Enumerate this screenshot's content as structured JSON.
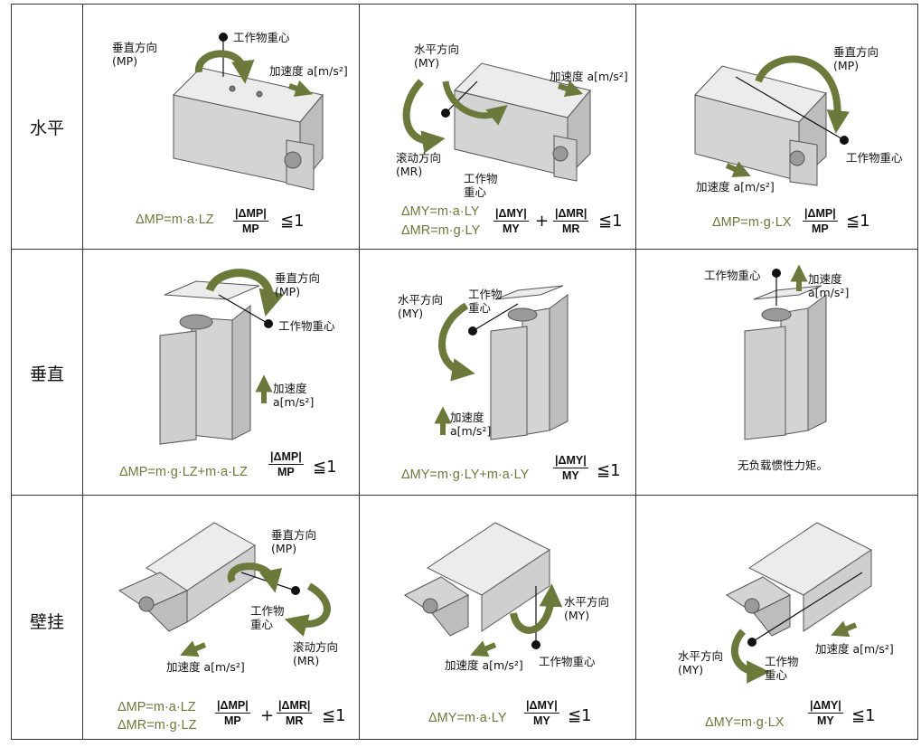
{
  "rows": [
    "水平",
    "垂直",
    "壁挂"
  ],
  "colors": {
    "arrow": "#6b7a3a",
    "formula": "#6b7a3a",
    "body": "#dcdcdc",
    "grid": "#333333"
  },
  "cells": {
    "r1c1": {
      "labels": {
        "moment": "垂直方向\n(MP)",
        "center": "工作物重心",
        "accel": "加速度 a[m/s²]"
      },
      "formula": [
        "ΔMP=m·a·LZ"
      ],
      "fracs": [
        {
          "num": "|ΔMP|",
          "den": "MP"
        }
      ],
      "leq": "≦1"
    },
    "r1c2": {
      "labels": {
        "yaw": "水平方向\n(MY)",
        "accel": "加速度 a[m/s²]",
        "roll": "滚动方向\n(MR)",
        "center": "工作物\n重心"
      },
      "formula": [
        "ΔMY=m·a·LY",
        "ΔMR=m·g·LY"
      ],
      "fracs": [
        {
          "num": "|ΔMY|",
          "den": "MY"
        },
        {
          "num": "|ΔMR|",
          "den": "MR"
        }
      ],
      "plus": "+",
      "leq": "≦1"
    },
    "r1c3": {
      "labels": {
        "moment": "垂直方向\n(MP)",
        "center": "工作物重心",
        "accel": "加速度 a[m/s²]"
      },
      "formula": [
        "ΔMP=m·g·LX"
      ],
      "fracs": [
        {
          "num": "|ΔMP|",
          "den": "MP"
        }
      ],
      "leq": "≦1"
    },
    "r2c1": {
      "labels": {
        "moment": "垂直方向\n(MP)",
        "center": "工作物重心",
        "accel": "加速度\na[m/s²]"
      },
      "formula": [
        "ΔMP=m·g·LZ+m·a·LZ"
      ],
      "fracs": [
        {
          "num": "|ΔMP|",
          "den": "MP"
        }
      ],
      "leq": "≦1"
    },
    "r2c2": {
      "labels": {
        "yaw": "水平方向\n(MY)",
        "center": "工作物\n重心",
        "accel": "加速度\na[m/s²]"
      },
      "formula": [
        "ΔMY=m·g·LY+m·a·LY"
      ],
      "fracs": [
        {
          "num": "|ΔMY|",
          "den": "MY"
        }
      ],
      "leq": "≦1"
    },
    "r2c3": {
      "labels": {
        "center": "工作物重心",
        "accel": "加速度\na[m/s²]"
      },
      "note": "无负载惯性力矩。"
    },
    "r3c1": {
      "labels": {
        "moment": "垂直方向\n(MP)",
        "center": "工作物\n重心",
        "roll": "滚动方向\n(MR)",
        "accel": "加速度 a[m/s²]"
      },
      "formula": [
        "ΔMP=m·a·LZ",
        "ΔMR=m·g·LZ"
      ],
      "fracs": [
        {
          "num": "|ΔMP|",
          "den": "MP"
        },
        {
          "num": "|ΔMR|",
          "den": "MR"
        }
      ],
      "plus": "+",
      "leq": "≦1"
    },
    "r3c2": {
      "labels": {
        "yaw": "水平方向\n(MY)",
        "center": "工作物重心",
        "accel": "加速度 a[m/s²]"
      },
      "formula": [
        "ΔMY=m·a·LY"
      ],
      "fracs": [
        {
          "num": "|ΔMY|",
          "den": "MY"
        }
      ],
      "leq": "≦1"
    },
    "r3c3": {
      "labels": {
        "yaw": "水平方向\n(MY)",
        "center": "工作物\n重心",
        "accel": "加速度 a[m/s²]"
      },
      "formula": [
        "ΔMY=m·g·LX"
      ],
      "fracs": [
        {
          "num": "|ΔMY|",
          "den": "MY"
        }
      ],
      "leq": "≦1"
    }
  }
}
